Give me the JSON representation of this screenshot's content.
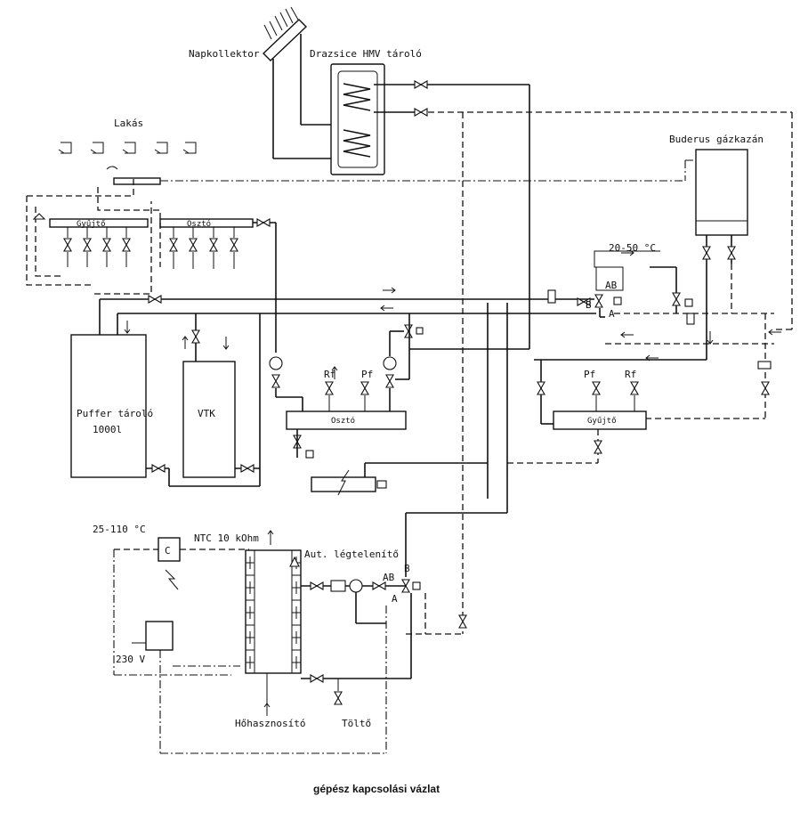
{
  "diagram": {
    "caption": "gépész kapcsolási vázlat",
    "labels": {
      "napkollektor": "Napkollektor",
      "hmv_tarolo": "Drazsice HMV tároló",
      "lakas": "Lakás",
      "buderus": "Buderus gázkazán",
      "gyujto_top": "Gyűjtő",
      "oszto_top": "Osztó",
      "temp_2050": "20-50 °C",
      "ab_upper": "AB",
      "a_upper": "A",
      "b_upper": "B",
      "puffer": "Puffer tároló",
      "puffer_vol": "1000l",
      "vtk": "VTK",
      "rf_left": "Rf",
      "pf_left": "Pf",
      "oszto_mid": "Osztó",
      "pf_right": "Pf",
      "rf_right": "Rf",
      "gyujto_right": "Gyűjtő",
      "temp_25110": "25-110 °C",
      "controller": "C",
      "ntc": "NTC 10 kOhm",
      "legtelenito": "Aut. légtelenítő",
      "ab_lower": "AB",
      "b_lower": "B",
      "a_lower": "A",
      "voltage": "230 V",
      "hohasznosito": "Hőhasznosító",
      "tolto": "Töltő"
    }
  }
}
